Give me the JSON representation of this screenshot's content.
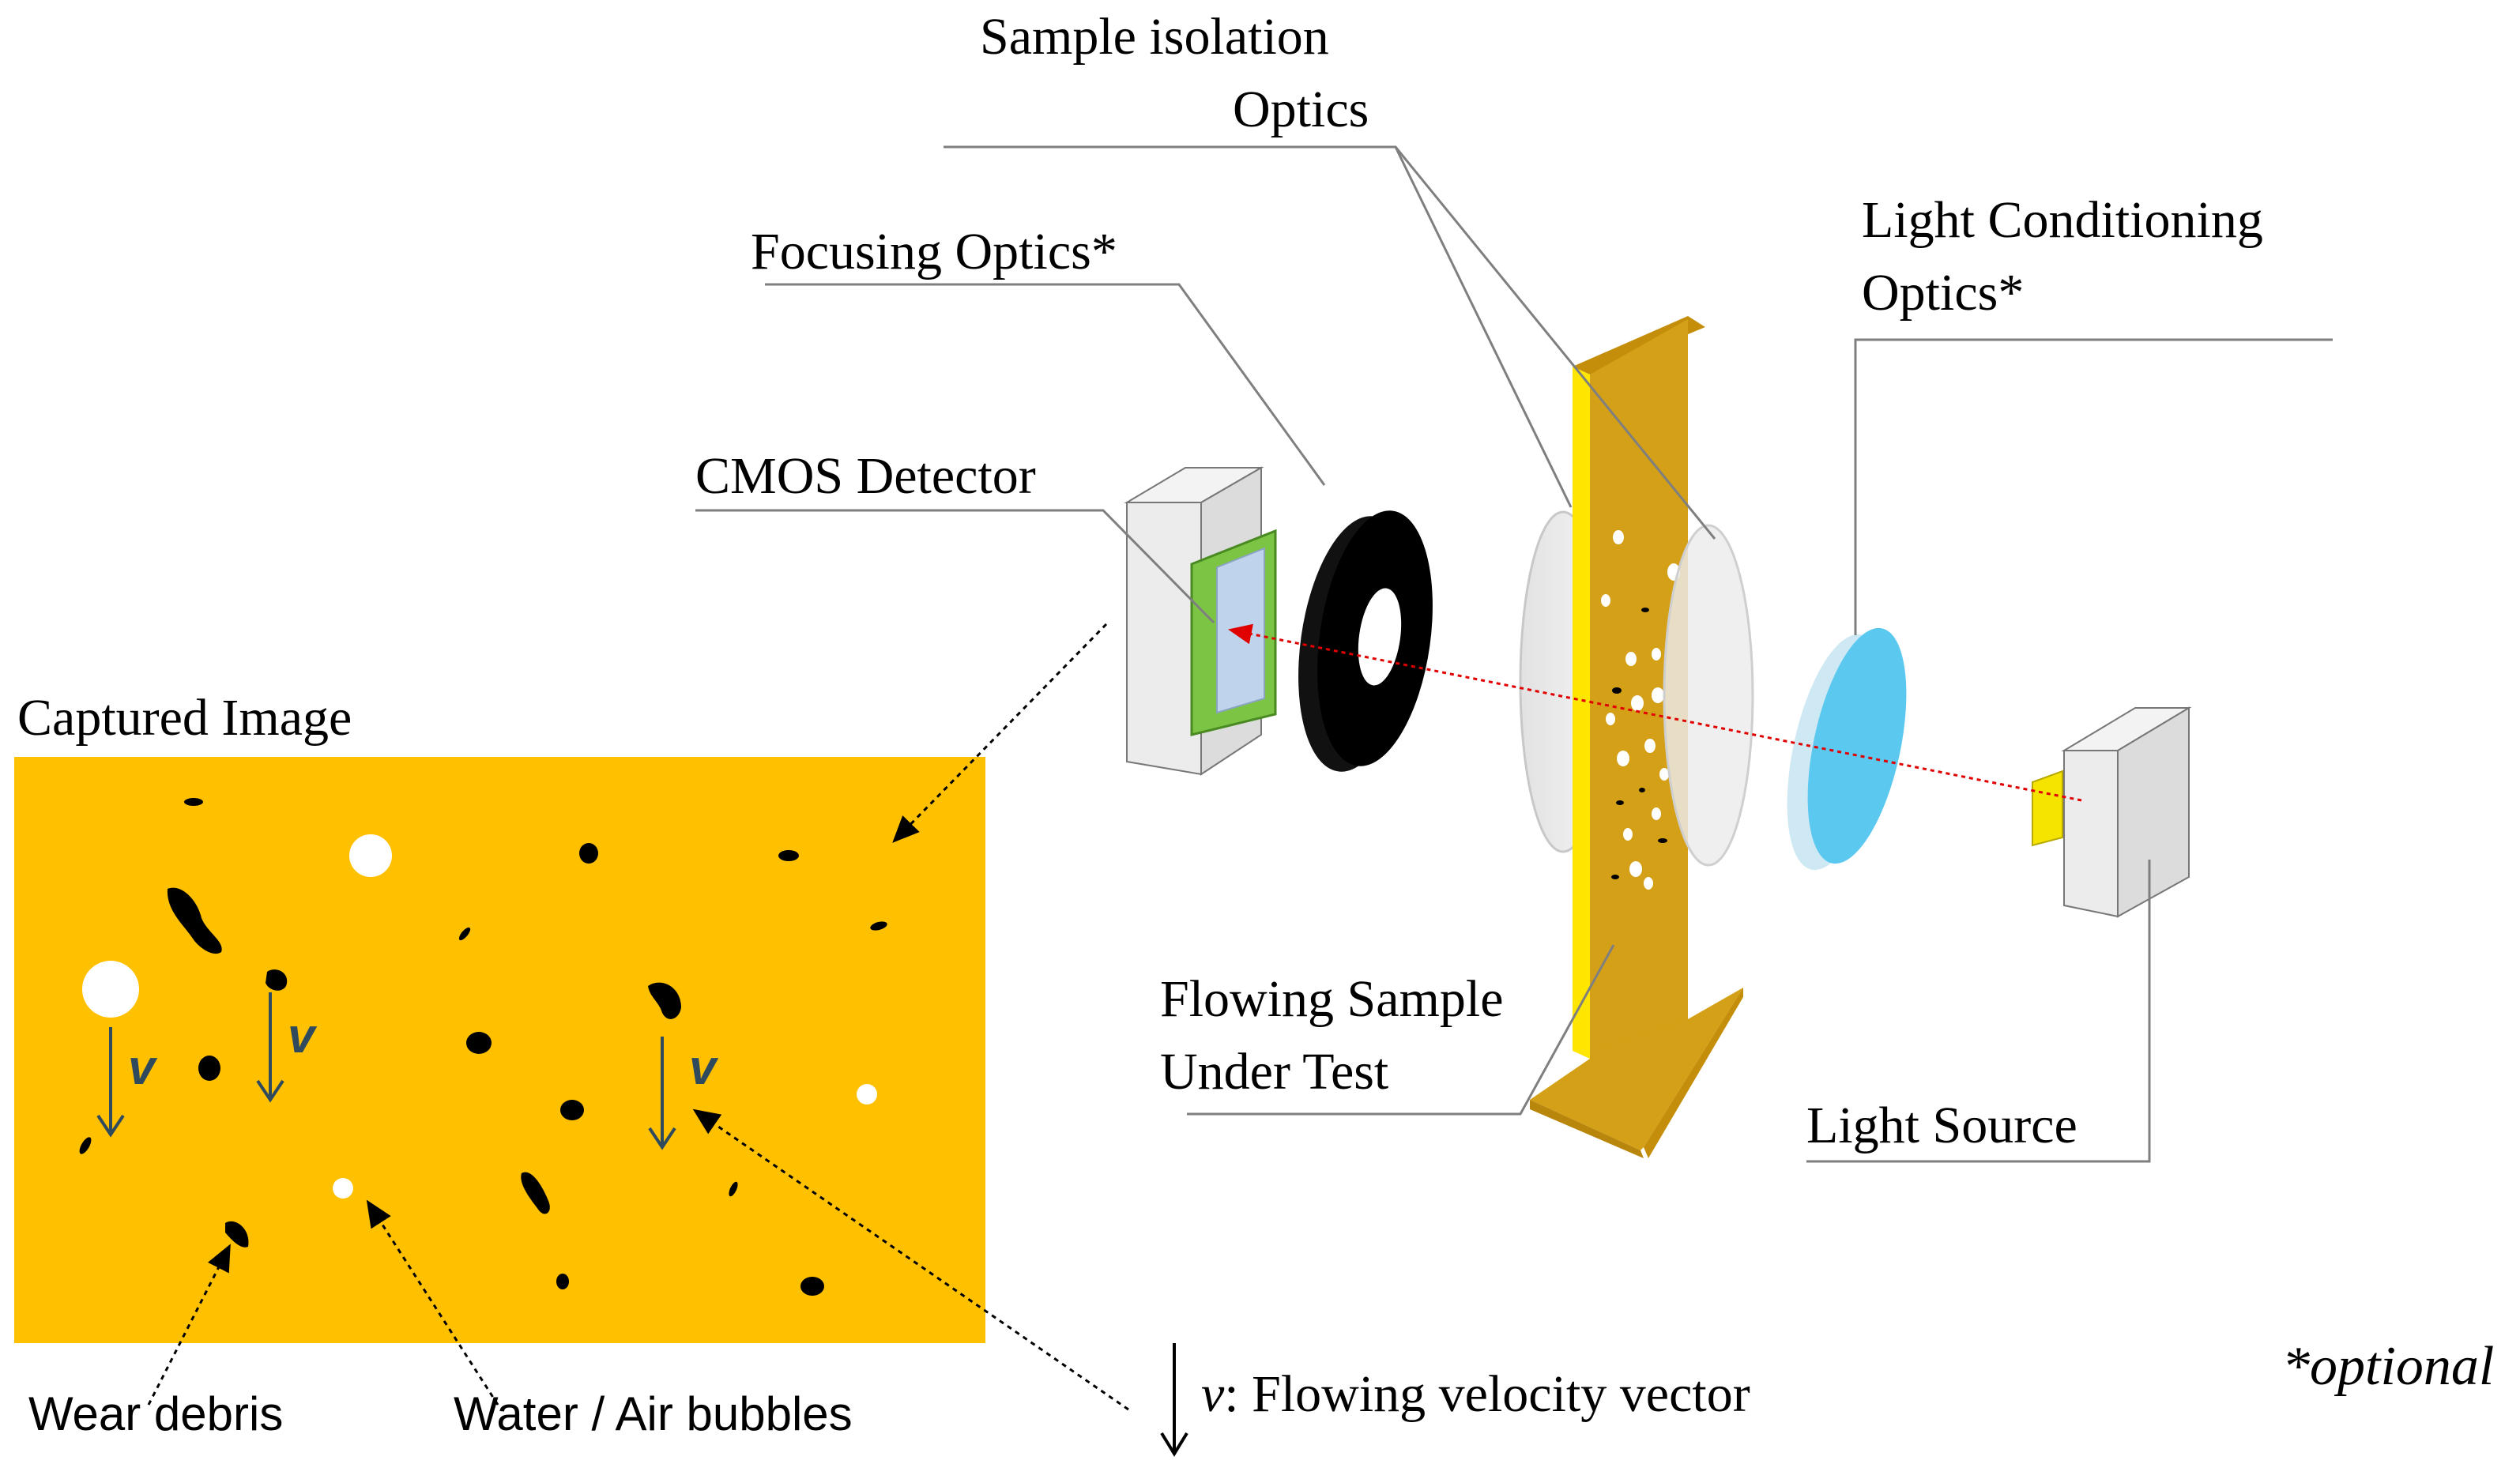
{
  "labels": {
    "sample_isolation_line1": "Sample isolation",
    "sample_isolation_line2": "Optics",
    "focusing_optics": "Focusing Optics*",
    "light_conditioning_line1": "Light Conditioning",
    "light_conditioning_line2": "Optics*",
    "cmos_detector": "CMOS Detector",
    "captured_image": "Captured Image",
    "flowing_sample_line1": "Flowing Sample",
    "flowing_sample_line2": "Under Test",
    "light_source": "Light Source",
    "wear_debris": "Wear debris",
    "water_air_bubbles": "Water / Air bubbles",
    "velocity_symbol": "v",
    "velocity_legend_text": ": Flowing velocity vector",
    "optional_note": "*optional",
    "velocity_marker": "v"
  },
  "colors": {
    "oil_yellow": "#FFC000",
    "sample_gold": "#D4A017",
    "sample_edge": "#FFE600",
    "lens_blue": "#5BC8F0",
    "detector_green": "#7CC444",
    "sensor_blue": "#BFD4EC",
    "beam_red": "#E00000",
    "velocity_arrow": "#2e4a5c"
  }
}
